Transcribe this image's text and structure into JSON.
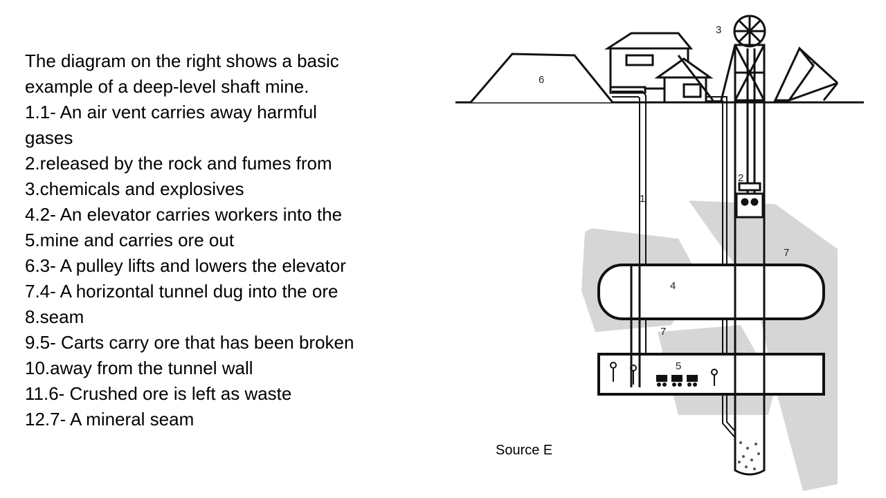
{
  "text": {
    "lines": [
      "The diagram on the right shows a basic",
      "example of a deep-level shaft mine.",
      "1.1- An air vent carries away harmful",
      "gases",
      "2.released by the rock and fumes from",
      "3.chemicals and explosives",
      "4.2- An elevator carries workers into the",
      "5.mine and carries ore out",
      "6.3- A pulley lifts and lowers the elevator",
      "7.4- A horizontal tunnel dug into the ore",
      "8.seam",
      "9.5- Carts carry ore that has been broken",
      "10.away from the tunnel wall",
      "11.6- Crushed ore is left as waste",
      "12.7- A mineral seam"
    ]
  },
  "source_caption": "Source E",
  "diagram": {
    "labels": [
      "1",
      "2",
      "3",
      "4",
      "5",
      "6",
      "7",
      "7",
      "7"
    ],
    "colors": {
      "ink": "#111111",
      "seam": "#d6d6d6",
      "tunnel": "#ffffff"
    }
  }
}
